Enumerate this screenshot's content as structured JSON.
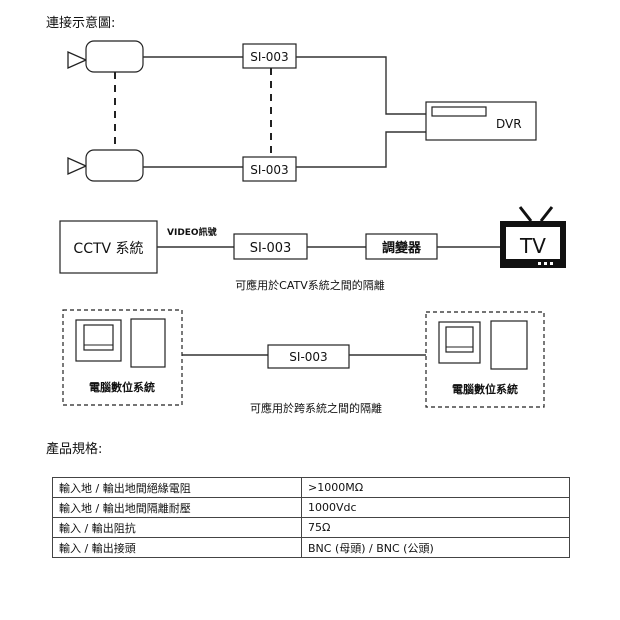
{
  "diagram": {
    "title": "連接示意圖:",
    "section1": {
      "top_device_label": "SI-003",
      "bottom_device_label": "SI-003",
      "dvr_label": "DVR"
    },
    "section2": {
      "cctv_label": "CCTV 系統",
      "signal_label": "VIDEO訊號",
      "device_label": "SI-003",
      "modulator_label": "調變器",
      "tv_label": "TV",
      "caption": "可應用於CATV系統之間的隔離"
    },
    "section3": {
      "device_label": "SI-003",
      "left_system_label": "電腦數位系統",
      "right_system_label": "電腦數位系統",
      "caption": "可應用於跨系統之間的隔離"
    }
  },
  "spec": {
    "title": "產品規格:",
    "rows": [
      {
        "label": "輸入地 / 輸出地間絕緣電阻",
        "value": ">1000MΩ"
      },
      {
        "label": "輸入地 / 輸出地間隔離耐壓",
        "value": "1000Vdc"
      },
      {
        "label": "輸入 / 輸出阻抗",
        "value": "75Ω"
      },
      {
        "label": "輸入 / 輸出接頭",
        "value": "BNC (母頭) / BNC (公頭)"
      }
    ]
  }
}
